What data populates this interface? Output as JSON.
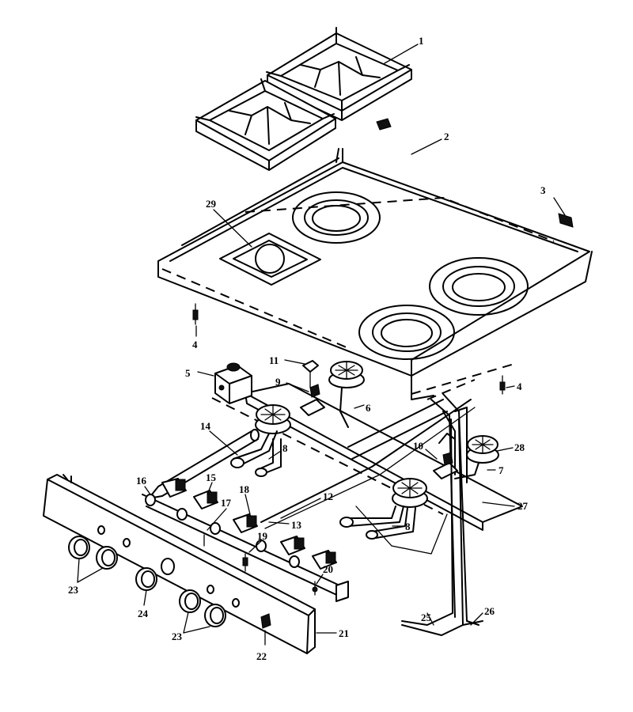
{
  "parts": [
    {
      "id": "cooktop-grate",
      "label": "1"
    },
    {
      "id": "cooktop",
      "label": "2"
    },
    {
      "id": "clip-right",
      "label": "3"
    },
    {
      "id": "screw-left",
      "label": "4"
    },
    {
      "id": "screw-right",
      "label": "4"
    },
    {
      "id": "valve-block",
      "label": "5"
    },
    {
      "id": "tube-a",
      "label": "6"
    },
    {
      "id": "tube-b",
      "label": "7"
    },
    {
      "id": "burner-tube-left",
      "label": "8"
    },
    {
      "id": "burner-tube-right",
      "label": "8"
    },
    {
      "id": "bracket-left",
      "label": "9"
    },
    {
      "id": "bracket-right",
      "label": "10"
    },
    {
      "id": "igniter-top",
      "label": "11"
    },
    {
      "id": "gas-line",
      "label": "12"
    },
    {
      "id": "valve-orifice",
      "label": "13"
    },
    {
      "id": "manifold-pipe",
      "label": "14"
    },
    {
      "id": "valve-15",
      "label": "15"
    },
    {
      "id": "valve-16",
      "label": "16"
    },
    {
      "id": "screw-17",
      "label": "17"
    },
    {
      "id": "valve-18",
      "label": "18"
    },
    {
      "id": "screw-19",
      "label": "19"
    },
    {
      "id": "screw-20",
      "label": "20"
    },
    {
      "id": "control-panel",
      "label": "21"
    },
    {
      "id": "switch",
      "label": "22"
    },
    {
      "id": "knob-pair-left",
      "label": "23"
    },
    {
      "id": "knob-center",
      "label": "24"
    },
    {
      "id": "knob-pair-right",
      "label": "23"
    },
    {
      "id": "wire-a",
      "label": "25"
    },
    {
      "id": "wire-b",
      "label": "26"
    },
    {
      "id": "burner-support",
      "label": "27"
    },
    {
      "id": "burner-right",
      "label": "28"
    },
    {
      "id": "burner-plate",
      "label": "29"
    }
  ]
}
